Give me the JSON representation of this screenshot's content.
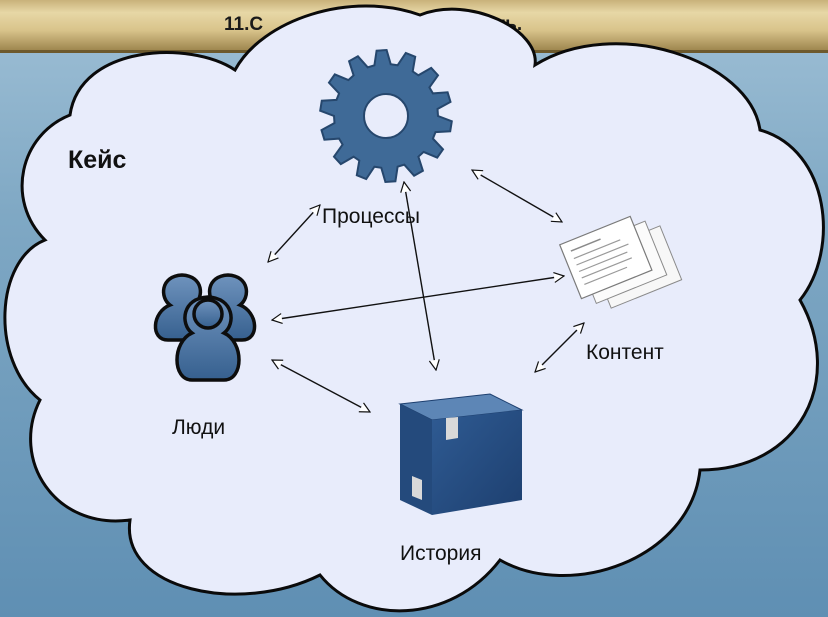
{
  "header": {
    "title_left": "11.С",
    "title_right": "тать."
  },
  "diagram": {
    "case_label": "Кейс",
    "nodes": {
      "processes": "Процессы",
      "content": "Контент",
      "people": "Люди",
      "history": "История"
    },
    "icons": {
      "processes": "gear-icon",
      "content": "documents-icon",
      "people": "people-icon",
      "history": "box-icon"
    },
    "colors": {
      "cloud_fill": "#e8ecfb",
      "icon_blue": "#3f6a97",
      "background": "#7fa8c4"
    }
  }
}
